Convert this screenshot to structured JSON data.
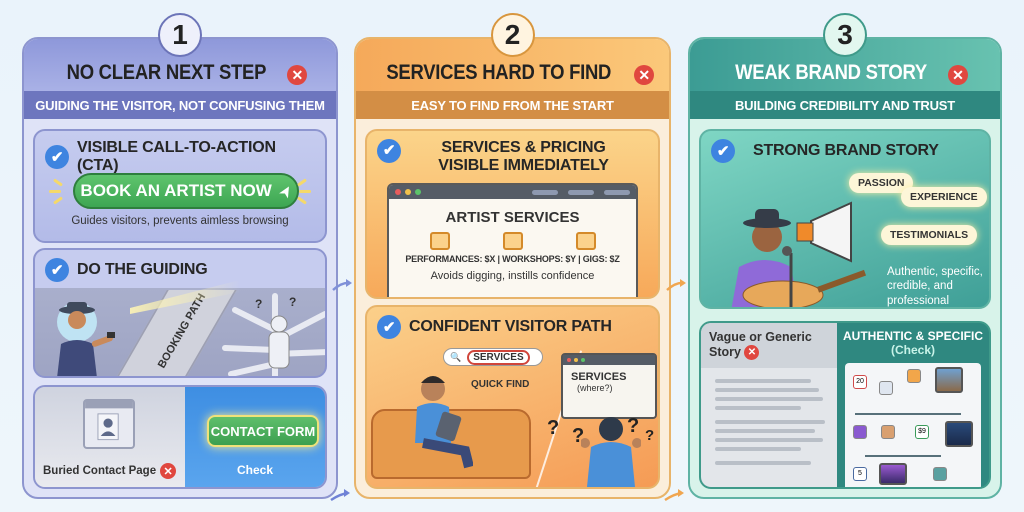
{
  "columns": [
    {
      "number": "1",
      "title": "NO CLEAR NEXT STEP",
      "subtitle": "GUIDING THE VISITOR, NOT CONFUSING THEM",
      "cards": {
        "cta": {
          "title": "VISIBLE CALL-TO-ACTION (CTA)",
          "button_label": "BOOK AN ARTIST NOW",
          "note": "Guides visitors, prevents aimless browsing"
        },
        "guiding": {
          "title": "DO THE GUIDING",
          "path_label": "BOOKING PATH"
        },
        "contact": {
          "bad_label": "Buried Contact Page",
          "good_button": "CONTACT FORM",
          "good_label": "Check"
        }
      }
    },
    {
      "number": "2",
      "title": "SERVICES HARD TO FIND",
      "subtitle": "EASY TO FIND FROM THE START",
      "cards": {
        "pricing": {
          "title": "SERVICES & PRICING VISIBLE IMMEDIATELY",
          "window_title": "ARTIST SERVICES",
          "services_line": "PERFORMANCES: $X  |  WORKSHOPS: $Y  |  GIGS: $Z",
          "note": "Avoids digging, instills confidence"
        },
        "path": {
          "title": "CONFIDENT VISITOR PATH",
          "search_value": "SERVICES",
          "quick_find": "QUICK FIND",
          "confused_title": "SERVICES",
          "confused_sub": "(where?)"
        }
      }
    },
    {
      "number": "3",
      "title": "WEAK BRAND STORY",
      "subtitle": "BUILDING CREDIBILITY AND TRUST",
      "cards": {
        "story": {
          "title": "STRONG BRAND STORY",
          "bubbles": [
            "PASSION",
            "EXPERIENCE",
            "TESTIMONIALS"
          ],
          "description": "Authentic, specific, credible, and professional"
        },
        "compare": {
          "bad_label": "Vague or Generic Story",
          "good_label": "AUTHENTIC & SPECIFIC",
          "good_sub": "(Check)",
          "timeline_values": [
            "20",
            "$9",
            "5"
          ]
        }
      }
    }
  ],
  "colors": {
    "col1": "#8e98da",
    "col2": "#f5a95a",
    "col3": "#3c9c94",
    "check": "#3e84e0",
    "cross": "#e0473f",
    "cta_green": "#3da653"
  },
  "icons": {
    "check": "✔",
    "cross": "✕",
    "cursor": "➤",
    "search": "🔍"
  }
}
